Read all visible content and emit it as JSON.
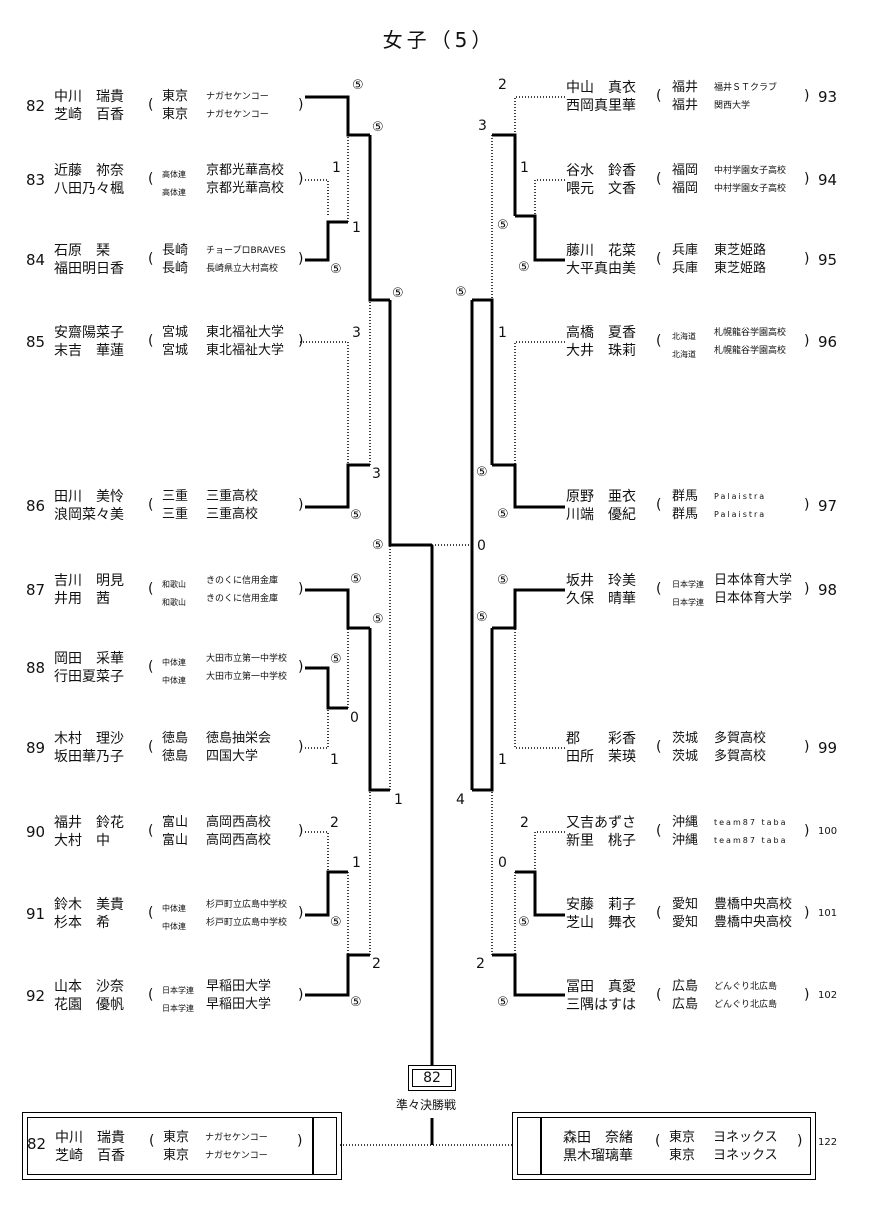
{
  "title": "女子（5）",
  "left": [
    {
      "num": "82",
      "p1": "中川　瑞貴",
      "p2": "芝崎　百香",
      "pref1": "東京",
      "pref2": "東京",
      "team1": "ナガセケンコー",
      "team2": "ナガセケンコー"
    },
    {
      "num": "83",
      "p1": "近藤　祢奈",
      "p2": "八田乃々楓",
      "pref1": "高体連",
      "pref2": "高体連",
      "team1": "京都光華高校",
      "team2": "京都光華高校"
    },
    {
      "num": "84",
      "p1": "石原　琹",
      "p2": "福田明日香",
      "pref1": "長崎",
      "pref2": "長崎",
      "team1": "チョープロBRAVES",
      "team2": "長崎県立大村高校"
    },
    {
      "num": "85",
      "p1": "安齋陽菜子",
      "p2": "末吉　華蓮",
      "pref1": "宮城",
      "pref2": "宮城",
      "team1": "東北福祉大学",
      "team2": "東北福祉大学"
    },
    {
      "num": "86",
      "p1": "田川　美怜",
      "p2": "浪岡菜々美",
      "pref1": "三重",
      "pref2": "三重",
      "team1": "三重高校",
      "team2": "三重高校"
    },
    {
      "num": "87",
      "p1": "吉川　明見",
      "p2": "井用　茜",
      "pref1": "和歌山",
      "pref2": "和歌山",
      "team1": "きのくに信用金庫",
      "team2": "きのくに信用金庫"
    },
    {
      "num": "88",
      "p1": "岡田　采華",
      "p2": "行田夏菜子",
      "pref1": "中体連",
      "pref2": "中体連",
      "team1": "大田市立第一中学校",
      "team2": "大田市立第一中学校"
    },
    {
      "num": "89",
      "p1": "木村　理沙",
      "p2": "坂田華乃子",
      "pref1": "徳島",
      "pref2": "徳島",
      "team1": "徳島抽栄会",
      "team2": "四国大学"
    },
    {
      "num": "90",
      "p1": "福井　鈴花",
      "p2": "大村　中",
      "pref1": "富山",
      "pref2": "富山",
      "team1": "高岡西高校",
      "team2": "高岡西高校"
    },
    {
      "num": "91",
      "p1": "鈴木　美貴",
      "p2": "杉本　希",
      "pref1": "中体連",
      "pref2": "中体連",
      "team1": "杉戸町立広島中学校",
      "team2": "杉戸町立広島中学校"
    },
    {
      "num": "92",
      "p1": "山本　沙奈",
      "p2": "花園　優帆",
      "pref1": "日本学連",
      "pref2": "日本学連",
      "team1": "早稲田大学",
      "team2": "早稲田大学"
    }
  ],
  "right": [
    {
      "num": "93",
      "p1": "中山　真衣",
      "p2": "西岡真里華",
      "pref1": "福井",
      "pref2": "福井",
      "team1": "福井ＳＴクラブ",
      "team2": "関西大学"
    },
    {
      "num": "94",
      "p1": "谷水　鈴香",
      "p2": "喂元　文香",
      "pref1": "福岡",
      "pref2": "福岡",
      "team1": "中村学園女子高校",
      "team2": "中村学園女子高校"
    },
    {
      "num": "95",
      "p1": "藤川　花菜",
      "p2": "大平真由美",
      "pref1": "兵庫",
      "pref2": "兵庫",
      "team1": "東芝姫路",
      "team2": "東芝姫路"
    },
    {
      "num": "96",
      "p1": "高橋　夏香",
      "p2": "大井　珠莉",
      "pref1": "北海道",
      "pref2": "北海道",
      "team1": "札幌龍谷学園高校",
      "team2": "札幌龍谷学園高校"
    },
    {
      "num": "97",
      "p1": "原野　亜衣",
      "p2": "川端　優紀",
      "pref1": "群馬",
      "pref2": "群馬",
      "team1": "Palaistra",
      "team2": "Palaistra"
    },
    {
      "num": "98",
      "p1": "坂井　玲美",
      "p2": "久保　晴華",
      "pref1": "日本学連",
      "pref2": "日本学連",
      "team1": "日本体育大学",
      "team2": "日本体育大学"
    },
    {
      "num": "99",
      "p1": "郡　　彩香",
      "p2": "田所　茉瑛",
      "pref1": "茨城",
      "pref2": "茨城",
      "team1": "多賀高校",
      "team2": "多賀高校"
    },
    {
      "num": "100",
      "p1": "又吉あずさ",
      "p2": "新里　桃子",
      "pref1": "沖縄",
      "pref2": "沖縄",
      "team1": "team87 taba",
      "team2": "team87 taba"
    },
    {
      "num": "101",
      "p1": "安藤　莉子",
      "p2": "芝山　舞衣",
      "pref1": "愛知",
      "pref2": "愛知",
      "team1": "豊橋中央高校",
      "team2": "豊橋中央高校"
    },
    {
      "num": "102",
      "p1": "冨田　真愛",
      "p2": "三隅はすは",
      "pref1": "広島",
      "pref2": "広島",
      "team1": "どんぐり北広島",
      "team2": "どんぐり北広島"
    }
  ],
  "scores": {
    "l1a": "⑤",
    "l1b": "⑤",
    "l2a": "1",
    "l2b": "1",
    "l3": "⑤",
    "l4a": "⑤",
    "l5a": "3",
    "l5b": "3",
    "l5c": "⑤",
    "l6a": "⑤",
    "l6b": "⑤",
    "l7a": "⑤",
    "l7b": "0",
    "l8": "1",
    "l9": "1",
    "l10a": "2",
    "l10b": "1",
    "l11": "⑤",
    "l12a": "2",
    "l12b": "⑤",
    "l13": "⑤",
    "center": "0",
    "r1": "2",
    "r2a": "3",
    "r2b": "1",
    "r3a": "⑤",
    "r3b": "⑤",
    "r4": "⑤",
    "r5": "1",
    "r6a": "⑤",
    "r6b": "⑤",
    "r7a": "⑤",
    "r7b": "⑤",
    "r8": "1",
    "r9": "4",
    "r10a": "2",
    "r10b": "0",
    "r11": "⑤",
    "r12a": "2",
    "r12b": "⑤"
  },
  "final": {
    "winner_label": "82",
    "caption": "準々決勝戦"
  },
  "bottom_left": {
    "num": "82",
    "p1": "中川　瑞貴",
    "p2": "芝崎　百香",
    "pref1": "東京",
    "pref2": "東京",
    "team1": "ナガセケンコー",
    "team2": "ナガセケンコー"
  },
  "bottom_right": {
    "num": "122",
    "p1": "森田　奈緒",
    "p2": "黒木瑠璃華",
    "pref1": "東京",
    "pref2": "東京",
    "team1": "ヨネックス",
    "team2": "ヨネックス"
  }
}
